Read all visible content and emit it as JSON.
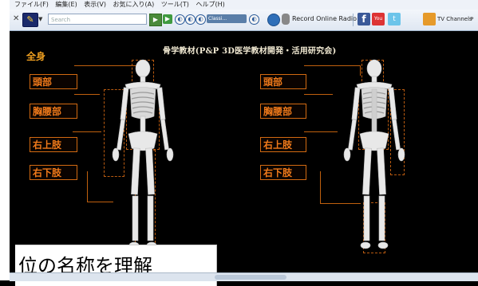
{
  "menubar": {
    "items": [
      "ファイル(F)",
      "編集(E)",
      "表示(V)",
      "お気に入り(A)",
      "ツール(T)",
      "ヘルプ(H)"
    ]
  },
  "toolbar": {
    "search_placeholder": "Search",
    "classic_label": "Classi...",
    "radio_label": "Record Online Radio",
    "tv_label": "TV Channels",
    "more_label": "»"
  },
  "content": {
    "title": "骨学教材(P&P 3D医学教材開発・活用研究会)",
    "section": "全身",
    "left_tags": [
      "頭部",
      "胸腰部",
      "右上肢",
      "右下肢"
    ],
    "right_tags": [
      "頭部",
      "胸腰部",
      "右上肢",
      "右下肢"
    ]
  },
  "subtitle": "位の名称を理解",
  "colors": {
    "tag_border": "#d26a12",
    "tag_text": "#f07a1a",
    "section_text": "#f0a020",
    "background": "#000000"
  }
}
